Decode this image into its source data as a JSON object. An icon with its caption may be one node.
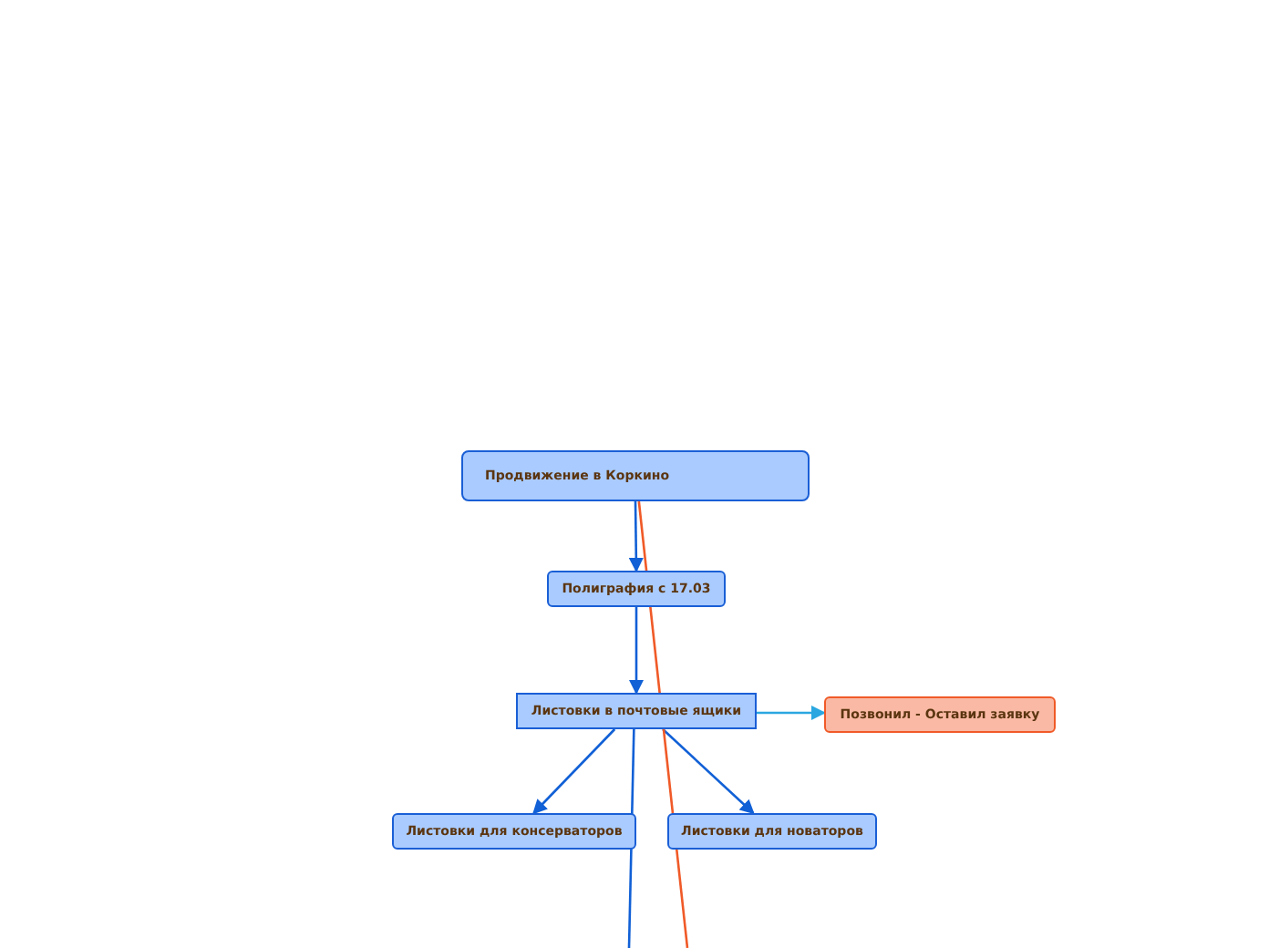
{
  "diagram": {
    "nodes": [
      {
        "text": [
          "Продвижение в Коркино"
        ]
      },
      {
        "text": [
          "Полиграфия с 17.03"
        ]
      },
      {
        "text": [
          "Листовки в почтовые ящики"
        ]
      },
      {
        "text": [
          "Позвонил - Оставил заявку"
        ]
      },
      {
        "text": [
          "Листовки для консерваторов"
        ]
      },
      {
        "text": [
          "Листовки для новаторов"
        ]
      }
    ],
    "edges": [
      {
        "from": 0,
        "to": 1,
        "arrow": "to"
      },
      {
        "from": 1,
        "to": 2,
        "arrow": "to"
      },
      {
        "from": 2,
        "to": 3,
        "arrow": "to",
        "color": "#2aa7e0"
      },
      {
        "from": 2,
        "to": 4,
        "arrow": "to"
      },
      {
        "from": 2,
        "to": 5,
        "arrow": "to"
      },
      {
        "from": 2,
        "to": null,
        "arrow": "none"
      },
      {
        "from": 0,
        "to": null,
        "arrow": "none",
        "color": "#f05a28"
      }
    ]
  }
}
